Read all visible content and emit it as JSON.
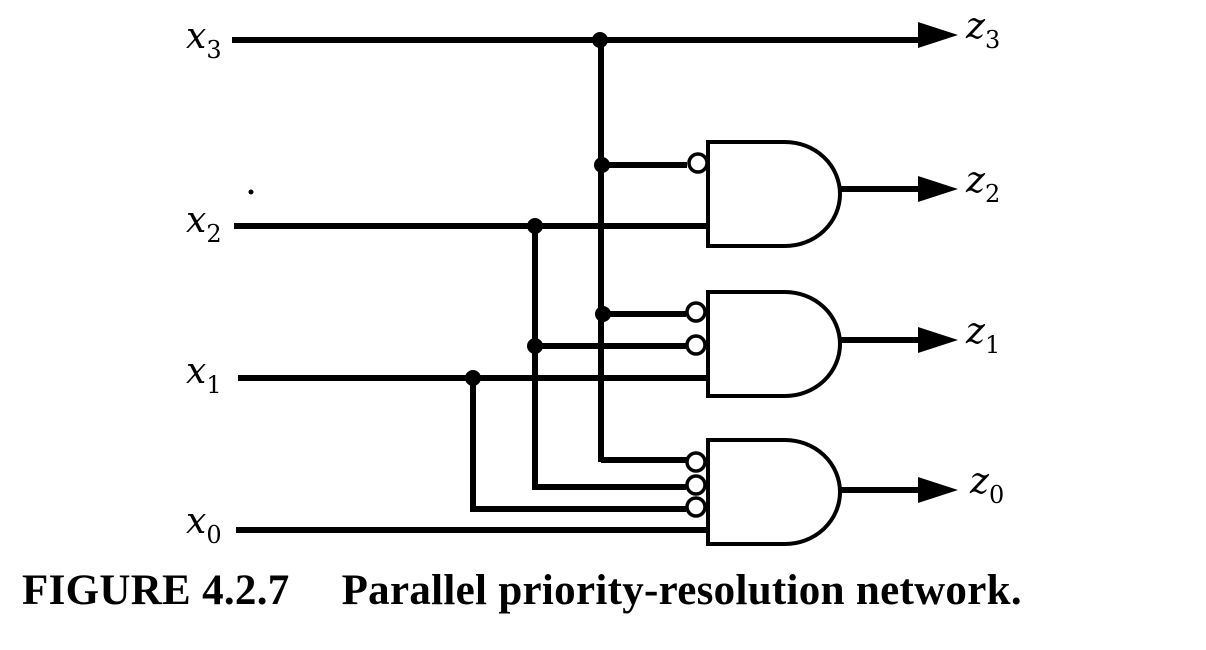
{
  "caption": {
    "figure_number": "FIGURE 4.2.7",
    "title": "Parallel priority-resolution network."
  },
  "inputs": [
    {
      "var": "x",
      "sub": "3"
    },
    {
      "var": "x",
      "sub": "2"
    },
    {
      "var": "x",
      "sub": "1"
    },
    {
      "var": "x",
      "sub": "0"
    }
  ],
  "outputs": [
    {
      "var": "z",
      "sub": "3"
    },
    {
      "var": "z",
      "sub": "2"
    },
    {
      "var": "z",
      "sub": "1"
    },
    {
      "var": "z",
      "sub": "0"
    }
  ],
  "gates": [
    {
      "type": "AND",
      "output": "z2",
      "inverted_inputs": [
        "x3"
      ],
      "direct_inputs": [
        "x2"
      ]
    },
    {
      "type": "AND",
      "output": "z1",
      "inverted_inputs": [
        "x3",
        "x2"
      ],
      "direct_inputs": [
        "x1"
      ]
    },
    {
      "type": "AND",
      "output": "z0",
      "inverted_inputs": [
        "x3",
        "x2",
        "x1"
      ],
      "direct_inputs": [
        "x0"
      ]
    }
  ]
}
